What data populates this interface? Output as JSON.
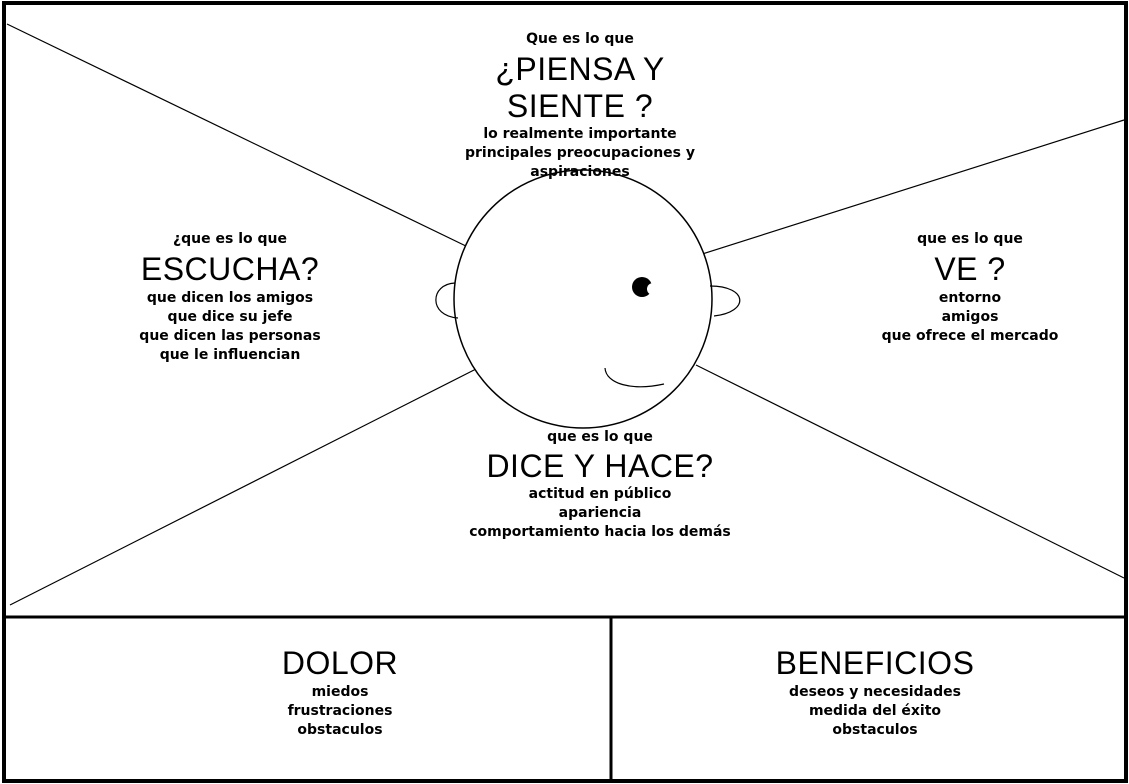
{
  "sections": {
    "piensa": {
      "intro": "Que es lo que",
      "title_lines": [
        "¿PIENSA Y",
        "SIENTE ?"
      ],
      "details": [
        "lo realmente importante",
        "principales preocupaciones y",
        "aspiraciones"
      ]
    },
    "escucha": {
      "intro": "¿que es lo que",
      "title": "ESCUCHA?",
      "details": [
        "que dicen los amigos",
        "que dice su jefe",
        "que dicen las personas",
        "que le influencian"
      ]
    },
    "ve": {
      "intro": "que es lo que",
      "title": "VE ?",
      "details": [
        "entorno",
        "amigos",
        "que ofrece el mercado"
      ]
    },
    "dice": {
      "intro": "que es lo que",
      "title": "DICE Y HACE?",
      "details": [
        "actitud en público",
        "apariencia",
        "comportamiento hacia los demás"
      ]
    },
    "dolor": {
      "title": "DOLOR",
      "details": [
        "miedos",
        "frustraciones",
        "obstaculos"
      ]
    },
    "beneficios": {
      "title": "BENEFICIOS",
      "details": [
        "deseos y necesidades",
        "medida del éxito",
        "obstaculos"
      ]
    }
  }
}
